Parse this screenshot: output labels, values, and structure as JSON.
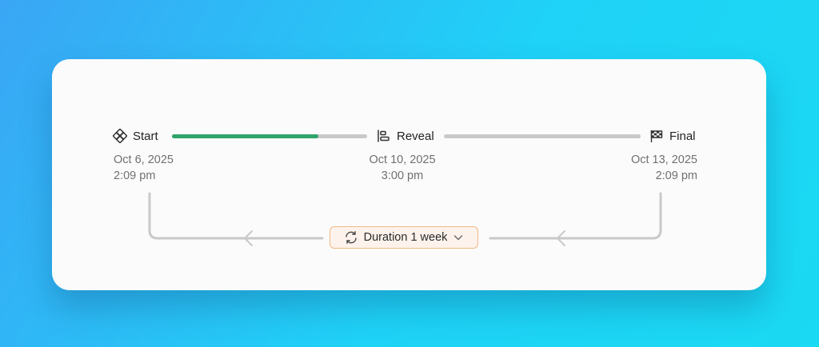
{
  "milestones": [
    {
      "label": "Start",
      "icon": "diamonds-icon",
      "date": "Oct 6, 2025",
      "time": "2:09 pm"
    },
    {
      "label": "Reveal",
      "icon": "align-left-bars-icon",
      "date": "Oct 10, 2025",
      "time": "3:00 pm"
    },
    {
      "label": "Final",
      "icon": "checkered-flag-icon",
      "date": "Oct 13, 2025",
      "time": "2:09 pm"
    }
  ],
  "progress": {
    "start_to_reveal_fraction": 0.75,
    "reveal_to_final_fraction": 0.0
  },
  "duration_button": {
    "label": "Duration 1 week",
    "icon": "repeat-icon",
    "chevron": "chevron-down-icon"
  },
  "colors": {
    "progress": "#2fa36b",
    "track": "#c9c9c9",
    "duration_border": "#f0b886",
    "duration_bg": "#fdf3ec"
  }
}
